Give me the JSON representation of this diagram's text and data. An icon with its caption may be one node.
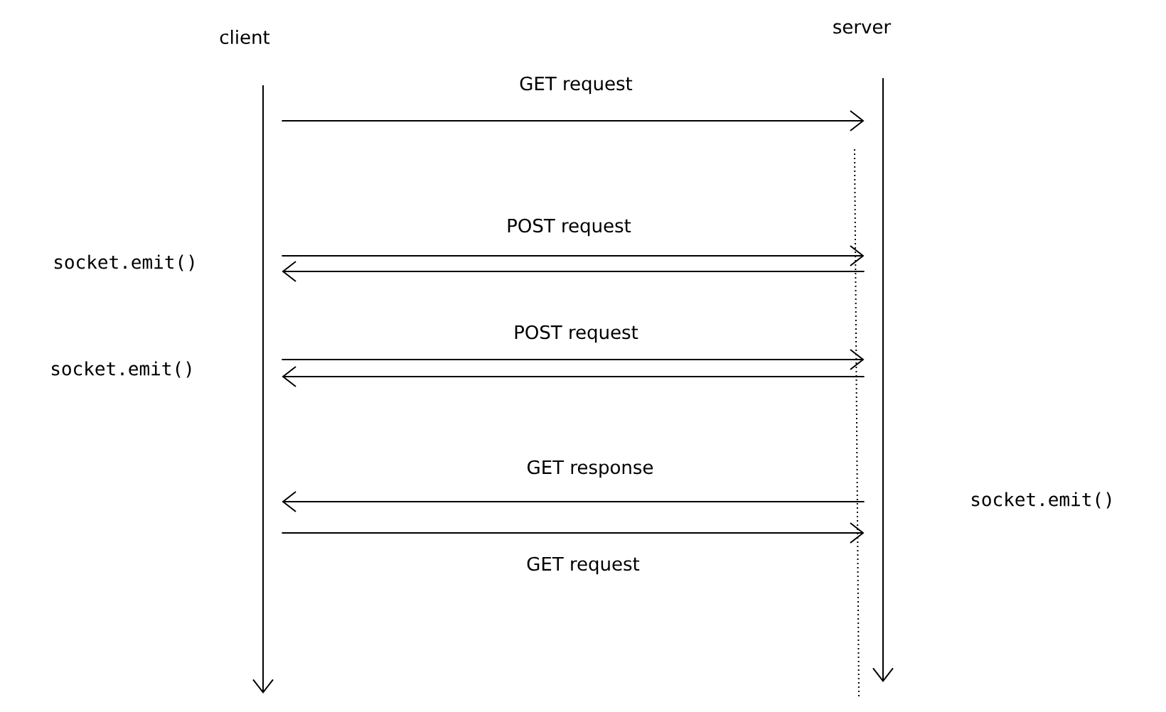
{
  "diagram": {
    "nodes": [
      {
        "text": [
          "client"
        ]
      },
      {
        "text": [
          "server"
        ]
      }
    ],
    "edges": [
      {
        "from": 0,
        "to": 1,
        "arrow": "to",
        "label": "GET request"
      },
      {
        "from": 0,
        "to": 1,
        "arrow": "to",
        "label": "POST request"
      },
      {
        "from": 1,
        "to": 0,
        "arrow": "to"
      },
      {
        "from": 0,
        "to": 1,
        "arrow": "to",
        "label": "POST request"
      },
      {
        "from": 1,
        "to": 0,
        "arrow": "to"
      },
      {
        "from": 1,
        "to": 0,
        "arrow": "to",
        "label": "GET response"
      },
      {
        "from": 0,
        "to": 1,
        "arrow": "to",
        "label": "GET request"
      }
    ],
    "labels": [
      "socket.emit()",
      "socket.emit()",
      "socket.emit()"
    ]
  }
}
